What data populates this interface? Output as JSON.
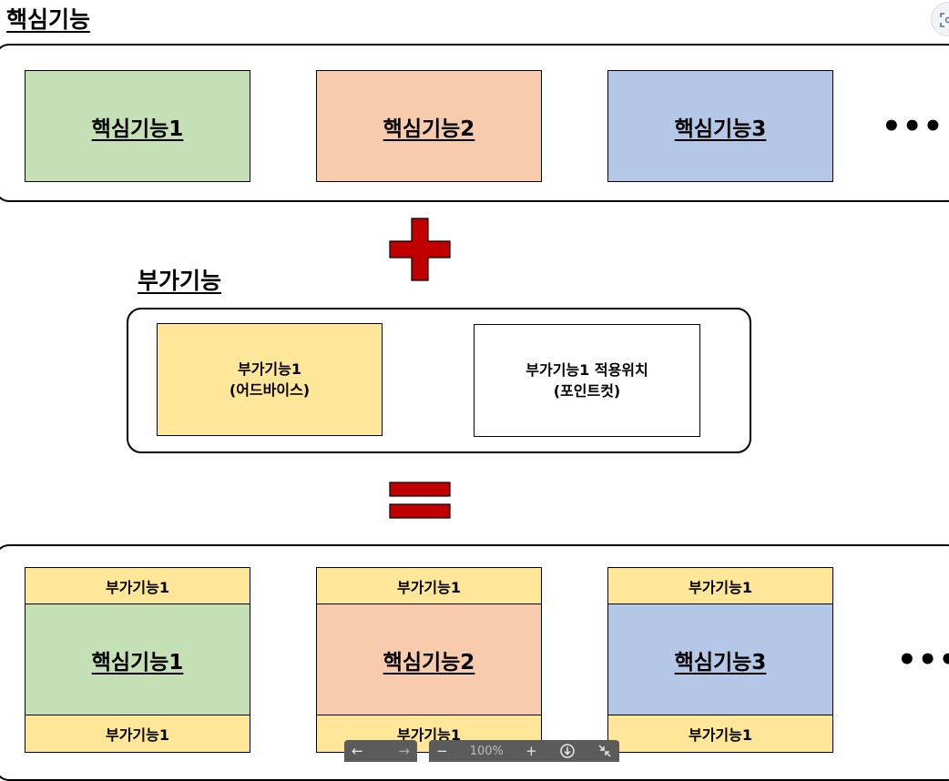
{
  "core_section": {
    "title": "핵심기능",
    "items": [
      {
        "label": "핵심기능1",
        "color": "#c5e0b4"
      },
      {
        "label": "핵심기능2",
        "color": "#f8cbad"
      },
      {
        "label": "핵심기능3",
        "color": "#b4c7e7"
      }
    ],
    "more": "•••"
  },
  "plus_operator": {
    "symbol": "+",
    "color": "#c00000"
  },
  "addon_section": {
    "title": "부가기능",
    "items": [
      {
        "label": "부가기능1\n(어드바이스)",
        "color": "#ffe699"
      },
      {
        "label": "부가기능1 적용위치\n(포인트컷)",
        "color": "#ffffff"
      }
    ]
  },
  "equals_operator": {
    "symbol": "=",
    "color": "#c00000"
  },
  "result_section": {
    "items": [
      {
        "top": "부가기능1",
        "core": "핵심기능1",
        "bottom": "부가기능1",
        "core_color": "#c5e0b4"
      },
      {
        "top": "부가기능1",
        "core": "핵심기능2",
        "bottom": "부가기능1",
        "core_color": "#f8cbad"
      },
      {
        "top": "부가기능1",
        "core": "핵심기능3",
        "bottom": "부가기능1",
        "core_color": "#b4c7e7"
      }
    ],
    "strip_color": "#ffe699",
    "more": "•••"
  },
  "viewer_toolbar": {
    "back_icon": "←",
    "forward_icon": "→",
    "zoom_out_icon": "−",
    "zoom_level": "100%",
    "zoom_in_icon": "+",
    "download_icon": "download-icon",
    "collapse_icon": "collapse-icon"
  }
}
